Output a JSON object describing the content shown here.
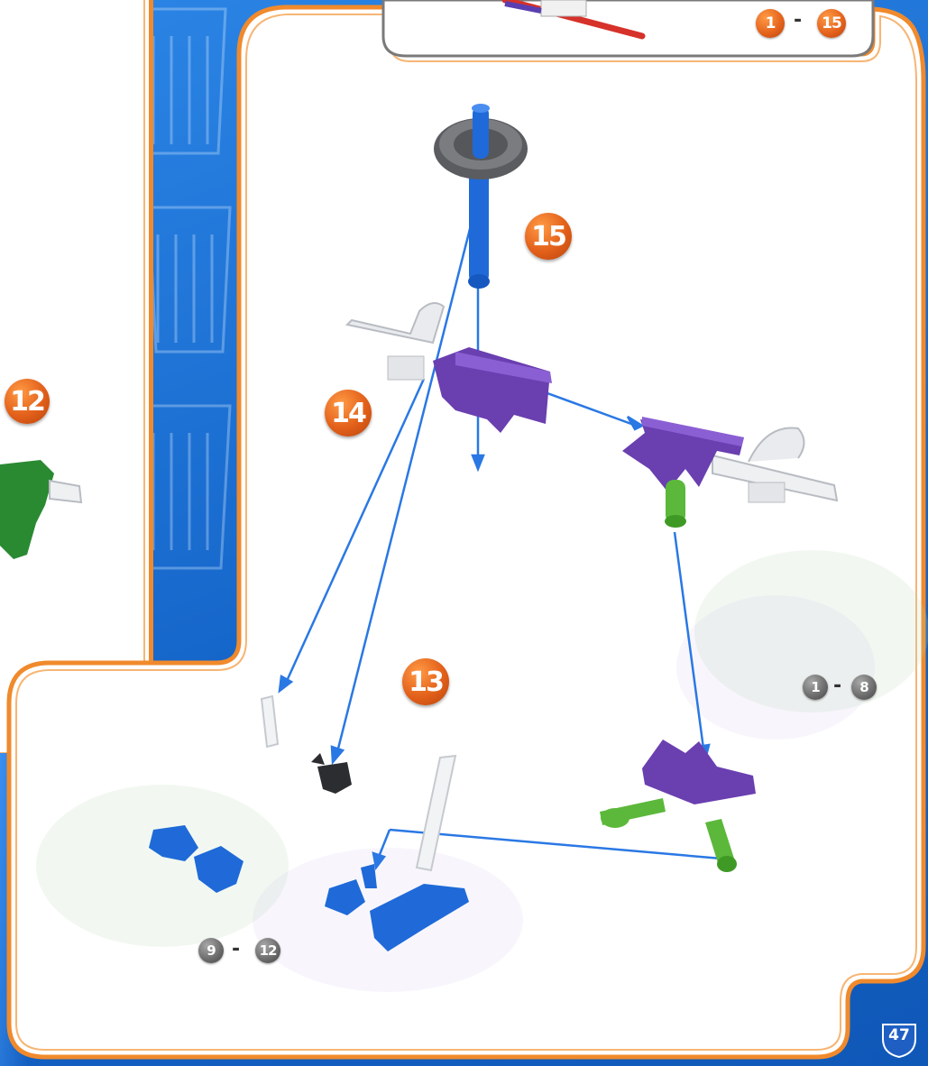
{
  "top_box": {
    "range_start": "1",
    "range_end": "15"
  },
  "left_panel": {
    "step": "12"
  },
  "steps": {
    "s15": "15",
    "s14": "14",
    "s13": "13"
  },
  "ranges": {
    "right": {
      "start": "1",
      "end": "8"
    },
    "bottom": {
      "start": "9",
      "end": "12"
    }
  },
  "dash": "-",
  "page_number": "47",
  "colors": {
    "orange_border": "#f08a2c",
    "background_blue": "#1a6fd0",
    "step_orange": "#e2601a",
    "arrow_blue": "#2a78e4",
    "rod_blue": "#1f6ad8",
    "connector_purple": "#6a3fb0",
    "connector_green": "#5cb83a",
    "wheel_gray": "#5a5c60"
  }
}
